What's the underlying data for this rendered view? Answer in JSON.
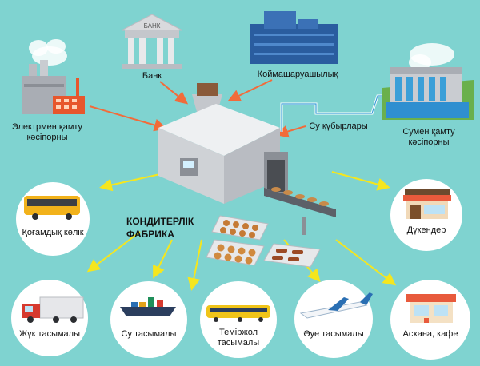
{
  "title": {
    "line1": "КОНДИТЕРЛІК",
    "line2": "ФАБРИКА"
  },
  "inputs": {
    "bank": "Банк",
    "bank_sign": "БАНК",
    "utilities": "Қоймашаруашылық",
    "power": {
      "line1": "Электрмен қамту",
      "line2": "кәсіпорны"
    },
    "pipes": "Су құбырлары",
    "water": {
      "line1": "Сумен қамту",
      "line2": "кәсіпорны"
    }
  },
  "outputs": {
    "bus": "Қоғамдық көлік",
    "shops": "Дүкендер",
    "truck": "Жүк тасымалы",
    "ship": "Су тасымалы",
    "rail": {
      "line1": "Теміржол",
      "line2": "тасымалы"
    },
    "air": "Әуе тасымалы",
    "cafe": "Асхана, кафе"
  },
  "colors": {
    "background": "#7fd3d0",
    "input_arrow": "#f26b3a",
    "output_arrow": "#f5e61e",
    "factory": "#d9dadd",
    "building_blue": "#2a5d9f"
  }
}
